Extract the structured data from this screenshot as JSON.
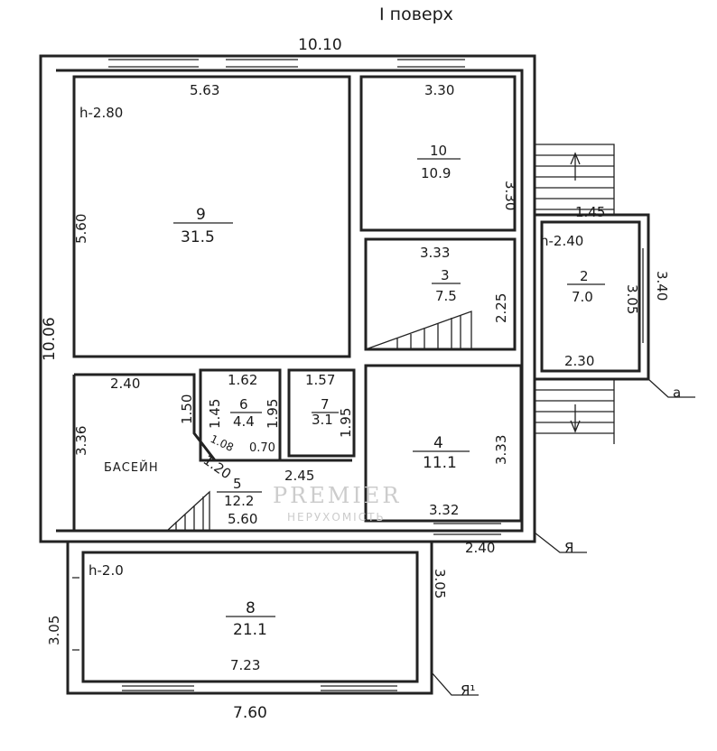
{
  "title": "Ι поверх",
  "dims": {
    "total_width": "10.10",
    "total_height": "10.06",
    "bottom_width": "7.60",
    "r9_w": "5.63",
    "r9_h": "5.60",
    "r9_height": "h-2.80",
    "r10_w": "3.30",
    "r10_h": "3.30",
    "r3_w": "3.33",
    "r3_h": "2.25",
    "r2_top": "1.45",
    "r2_height": "h-2.40",
    "r2_h": "3.05",
    "r2_outer": "3.40",
    "r2_w": "2.30",
    "r5_w": "2.40",
    "r5_h": "3.36",
    "r5_a": "1.50",
    "r5_b": "1.20",
    "r5_c": "2.45",
    "r5_d": "5.60",
    "r6_w": "1.62",
    "r6_h1": "1.45",
    "r6_h2": "1.95",
    "r6_d": "1.08",
    "r6_e": "0.70",
    "r7_w": "1.57",
    "r7_h": "1.95",
    "r4_h": "3.33",
    "r4_w": "3.32",
    "r4_out": "2.40",
    "r8_height": "h-2.0",
    "r8_l": "3.05",
    "r8_r": "3.05",
    "r8_w": "7.23"
  },
  "rooms": [
    {
      "num": "9",
      "area": "31.5"
    },
    {
      "num": "10",
      "area": "10.9"
    },
    {
      "num": "3",
      "area": "7.5"
    },
    {
      "num": "2",
      "area": "7.0"
    },
    {
      "num": "6",
      "area": "4.4"
    },
    {
      "num": "7",
      "area": "3.1"
    },
    {
      "num": "4",
      "area": "11.1"
    },
    {
      "num": "5",
      "area": "12.2"
    },
    {
      "num": "8",
      "area": "21.1"
    }
  ],
  "pool_label": "БАСЕЙН",
  "sections": {
    "a": "a",
    "ya": "Я",
    "ya1": "Я¹"
  },
  "watermark": {
    "brand": "PREMIER",
    "sub": "НЕРУХОМІСТЬ"
  }
}
